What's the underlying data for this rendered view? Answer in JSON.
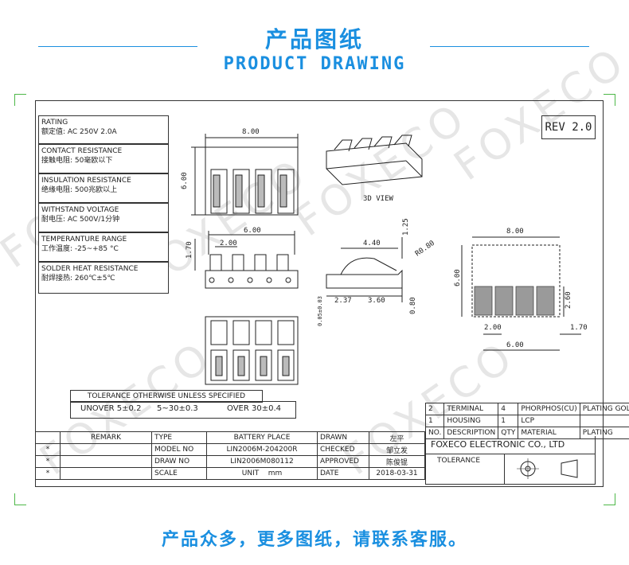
{
  "header": {
    "title_cn": "产品图纸",
    "title_en": "PRODUCT DRAWING"
  },
  "footer": {
    "text": "产品众多，更多图纸，请联系客服。"
  },
  "watermark": {
    "text": "FOXECO"
  },
  "rev": "REV 2.0",
  "specs": [
    {
      "en": "RATING",
      "cn": "额定值: AC 250V 2.0A"
    },
    {
      "en": "CONTACT RESISTANCE",
      "cn": "接触电阻: 50毫欧以下"
    },
    {
      "en": "INSULATION RESISTANCE",
      "cn": "绝缘电阻: 500兆欧以上"
    },
    {
      "en": "WITHSTAND VOLTAGE",
      "cn": "耐电压: AC 500V/1分钟"
    },
    {
      "en": "TEMPERANTURE RANGE",
      "cn": "工作温度: -25~+85 °C"
    },
    {
      "en": "SOLDER HEAT RESISTANCE",
      "cn": "耐焊接热: 260℃±5℃"
    }
  ],
  "views": {
    "three_d_label": "3D VIEW"
  },
  "dims": {
    "top_w": "8.00",
    "top_h": "6.00",
    "side_w": "6.00",
    "side_pitch": "2.00",
    "side_h": "1.70",
    "prof_w": "4.40",
    "prof_h": "1.25",
    "prof_r": "R0.80",
    "prof_a": "2.37",
    "prof_b": "3.60",
    "prof_c": "0.80",
    "prof_d": "0.05±0.03",
    "pad_w": "8.00",
    "pad_h": "6.00",
    "pad_c": "2.60",
    "pad_pitch": "2.00",
    "pad_edge": "1.70",
    "pad_span": "6.00"
  },
  "tolerance": {
    "header": "TOLERANCE OTHERWISE UNLESS SPECIFIED",
    "items": [
      "UNOVER 5±0.2",
      "5~30±0.3",
      "OVER 30±0.4"
    ]
  },
  "bom": {
    "rows": [
      [
        "2",
        "TERMINAL",
        "4",
        "PHORPHOS(CU)",
        "PLATING GOLD"
      ],
      [
        "1",
        "HOUSING",
        "1",
        "LCP",
        ""
      ],
      [
        "NO.",
        "DESCRIPTION",
        "QTY",
        "MATERIAL",
        "PLATING"
      ]
    ]
  },
  "title_block": {
    "remark": "REMARK",
    "stars": [
      "*",
      "*",
      "*"
    ],
    "type_label": "TYPE",
    "type_value": "BATTERY PLACE",
    "model_label": "MODEL NO",
    "model_value": "LIN2006M-204200R",
    "draw_label": "DRAW NO",
    "draw_value": "LIN2006M080112",
    "scale_label": "SCALE",
    "unit_label": "UNIT",
    "unit_value": "mm",
    "drawn_label": "DRAWN",
    "drawn_value": "左平",
    "checked_label": "CHECKED",
    "checked_value": "邹立发",
    "approved_label": "APPROVED",
    "approved_value": "陈俊锟",
    "date_label": "DATE",
    "date_value": "2018-03-31",
    "company": "FOXECO ELECTRONIC CO., LTD",
    "tolerance_label": "TOLERANCE"
  }
}
